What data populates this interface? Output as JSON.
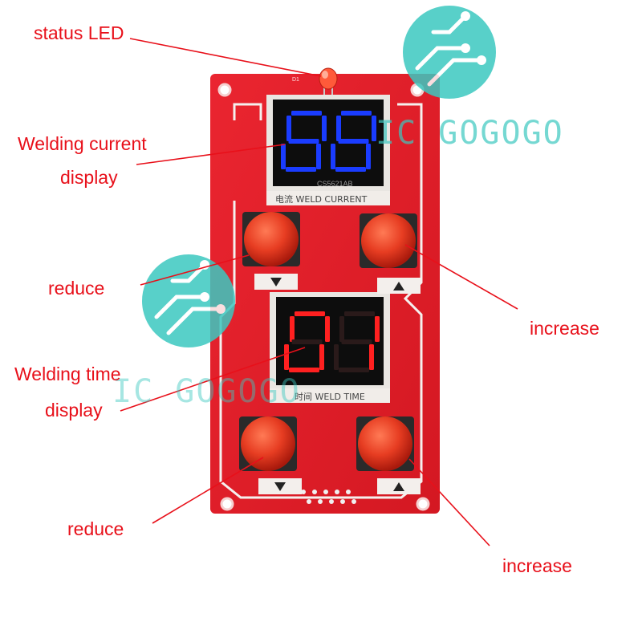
{
  "labels": {
    "status_led": "status LED",
    "welding_current_line1": "Welding current",
    "welding_current_line2": "display",
    "reduce_top": "reduce",
    "increase_top": "increase",
    "welding_time_line1": "Welding time",
    "welding_time_line2": "display",
    "reduce_bottom": "reduce",
    "increase_bottom": "increase"
  },
  "board": {
    "current_display_digits": "88",
    "time_display_digits": "01",
    "current_caption": "电流 WELD CURRENT",
    "time_caption": "时间 WELD TIME",
    "led_ref": "D1",
    "part_number": "CS5621AB"
  },
  "watermark": {
    "text_top": "IC GOGOGO",
    "text_mid": "IC GOGOGO"
  },
  "colors": {
    "board": "#e21e27",
    "label": "#e8101a",
    "current_digit": "#1a3cff",
    "time_digit": "#ff2020",
    "button": "#e2391f",
    "watermark": "#3cc8c0"
  }
}
